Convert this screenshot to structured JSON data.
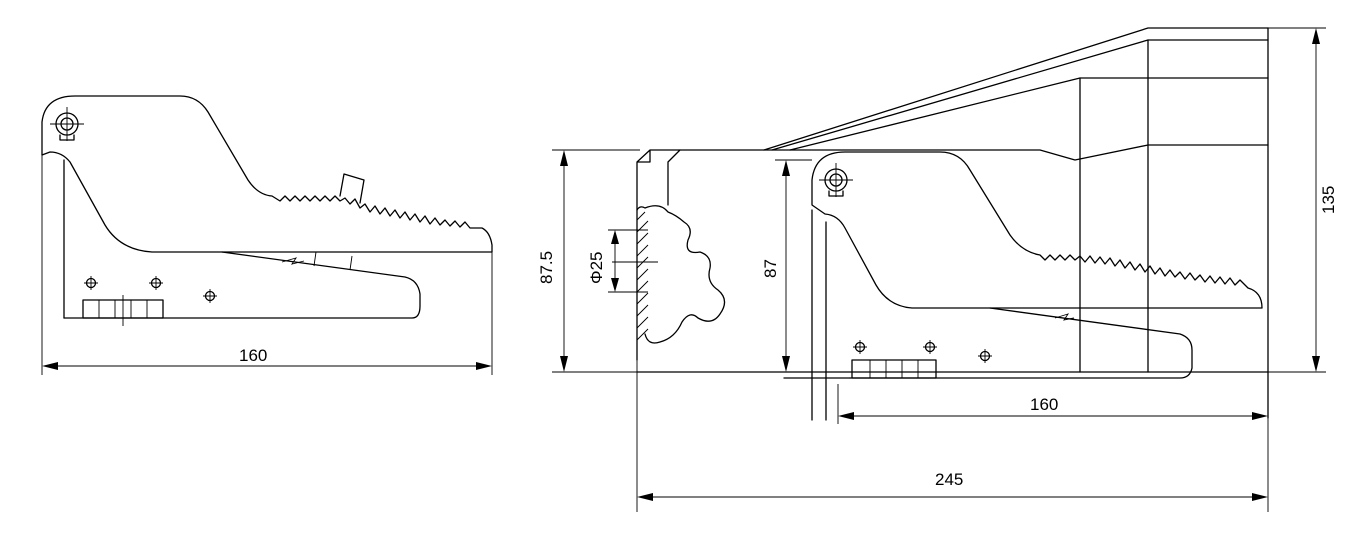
{
  "dimensions": {
    "left_width": "160",
    "right_base_width": "160",
    "overall_length": "245",
    "overall_height": "135",
    "cover_height": "87.5",
    "pedal_height": "87",
    "hole_diameter": "Φ25"
  }
}
